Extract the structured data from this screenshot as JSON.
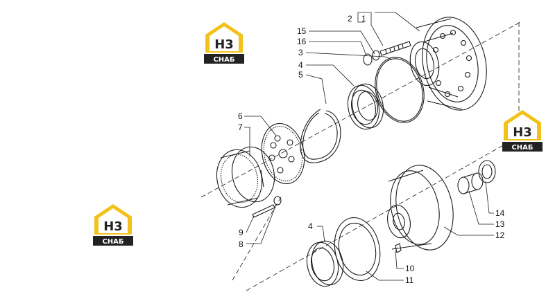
{
  "part_labels": [
    {
      "id": "p1",
      "text": "1"
    },
    {
      "id": "p2",
      "text": "2"
    },
    {
      "id": "p3",
      "text": "3"
    },
    {
      "id": "p4a",
      "text": "4"
    },
    {
      "id": "p5",
      "text": "5"
    },
    {
      "id": "p6",
      "text": "6"
    },
    {
      "id": "p7",
      "text": "7"
    },
    {
      "id": "p8",
      "text": "8"
    },
    {
      "id": "p9",
      "text": "9"
    },
    {
      "id": "p10",
      "text": "10"
    },
    {
      "id": "p11",
      "text": "11"
    },
    {
      "id": "p12",
      "text": "12"
    },
    {
      "id": "p13",
      "text": "13"
    },
    {
      "id": "p14",
      "text": "14"
    },
    {
      "id": "p15",
      "text": "15"
    },
    {
      "id": "p16",
      "text": "16"
    },
    {
      "id": "p4b",
      "text": "4"
    }
  ],
  "watermark": {
    "monogram": "H3",
    "word": "СНАБ",
    "color_yellow": "#f2c21b",
    "color_dark": "#222222"
  }
}
